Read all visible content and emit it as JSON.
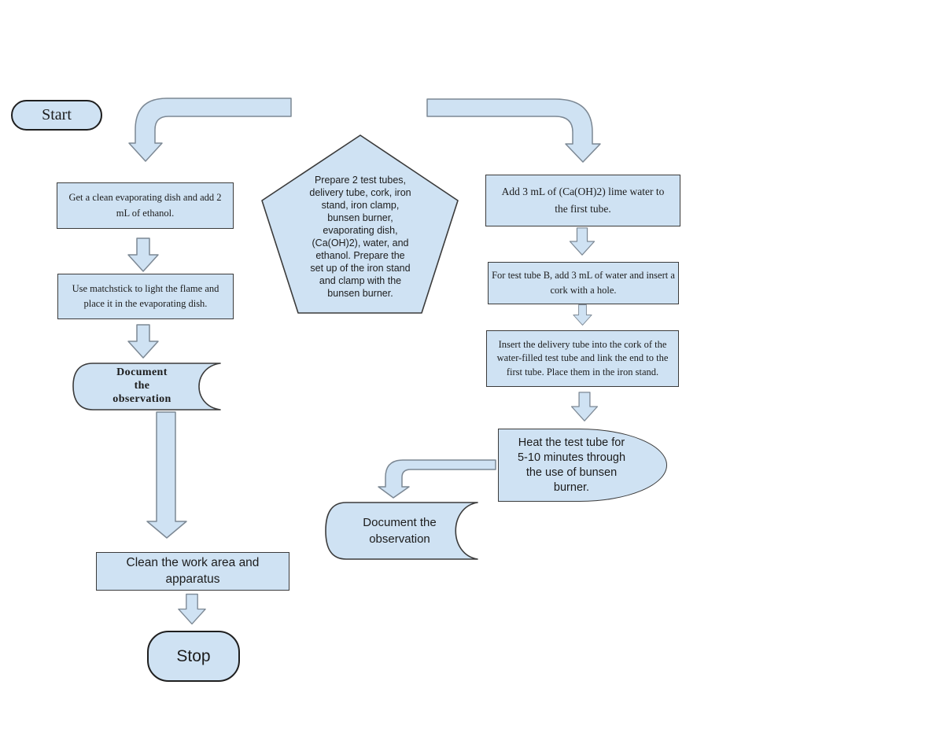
{
  "diagram": {
    "colors": {
      "background": "#ffffff",
      "shape_fill": "#cfe2f3",
      "shape_border": "#3b3b3b",
      "terminator_border": "#1f1f1f",
      "arrow_fill": "#cfe2f3",
      "arrow_border": "#7c8894",
      "text": "#1c1c1c"
    },
    "nodes": {
      "start": {
        "label": "Start"
      },
      "preparation": {
        "text": "Prepare 2 test tubes,\ndelivery tube, cork, iron\nstand, iron clamp,\nbunsen burner,\nevaporating dish,\n(Ca(OH)2), water, and\nethanol. Prepare the\nset up of the iron stand\nand clamp with the\nbunsen burner."
      },
      "left_step1": {
        "text": "Get a clean evaporating dish and add 2\nmL of ethanol."
      },
      "left_step2": {
        "text": "Use matchstick to light the flame and\nplace it in the evaporating dish."
      },
      "left_document": {
        "text": "Document\nthe\nobservation"
      },
      "clean": {
        "text": "Clean the work area and\napparatus"
      },
      "stop": {
        "label": "Stop"
      },
      "right_step1": {
        "text": "Add 3 mL of (Ca(OH)2) lime water to\nthe first tube."
      },
      "right_step2": {
        "text": "For test tube B, add 3 mL of water and insert a\ncork with a hole."
      },
      "right_step3": {
        "text": "Insert the delivery tube into the cork of the\nwater-filled test tube and link the end to the\nfirst tube. Place them in the iron stand."
      },
      "heat": {
        "text": "Heat the test tube for\n5-10 minutes through\nthe use of bunsen\nburner."
      },
      "right_document": {
        "text": "Document the\nobservation"
      }
    }
  }
}
